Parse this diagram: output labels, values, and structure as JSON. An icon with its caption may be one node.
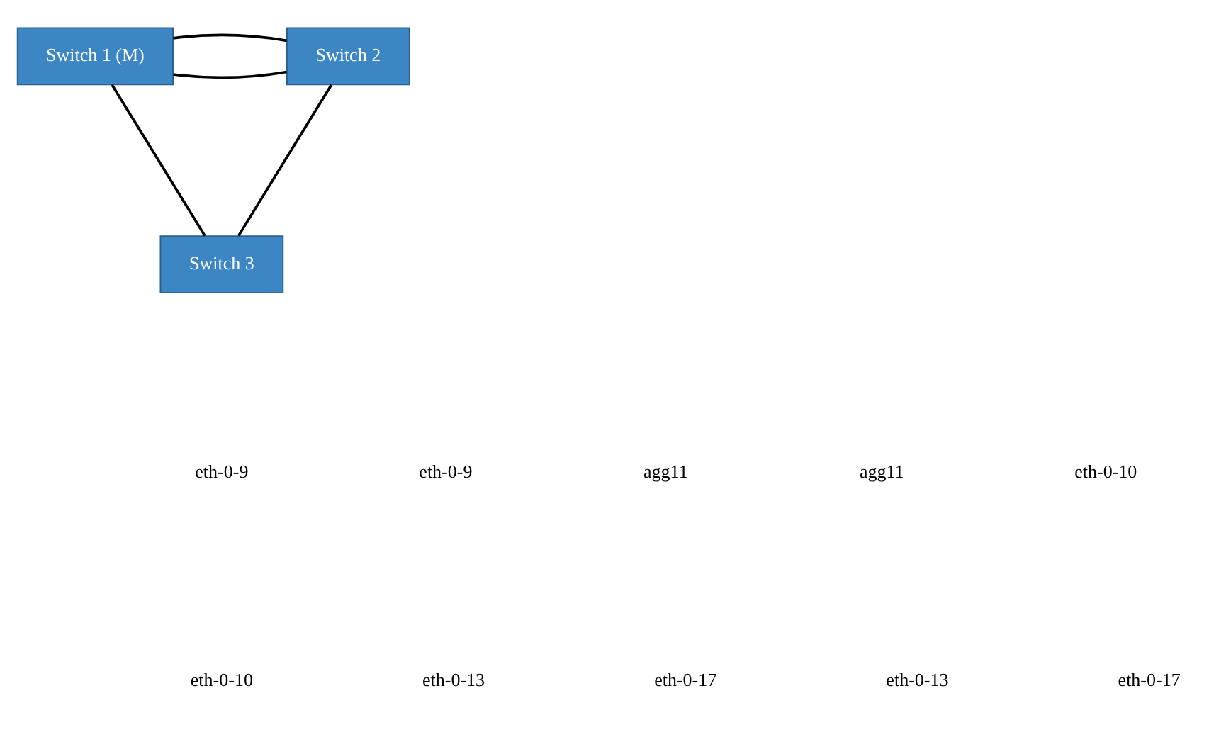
{
  "diagram": {
    "nodes": [
      {
        "text": [
          "Switch 1 (M)"
        ]
      },
      {
        "text": [
          "Switch 2"
        ]
      },
      {
        "text": [
          "Switch 3"
        ]
      }
    ],
    "edges": [
      {
        "from": 0,
        "to": 1,
        "arrow": "none"
      },
      {
        "from": 0,
        "to": 1,
        "arrow": "none"
      },
      {
        "from": 0,
        "to": 2,
        "arrow": "none"
      },
      {
        "from": 1,
        "to": 2,
        "arrow": "none"
      }
    ],
    "labels": [
      "eth-0-9",
      "eth-0-9",
      "agg11",
      "agg11",
      "eth-0-10",
      "eth-0-10",
      "eth-0-13",
      "eth-0-17",
      "eth-0-13",
      "eth-0-17"
    ]
  }
}
